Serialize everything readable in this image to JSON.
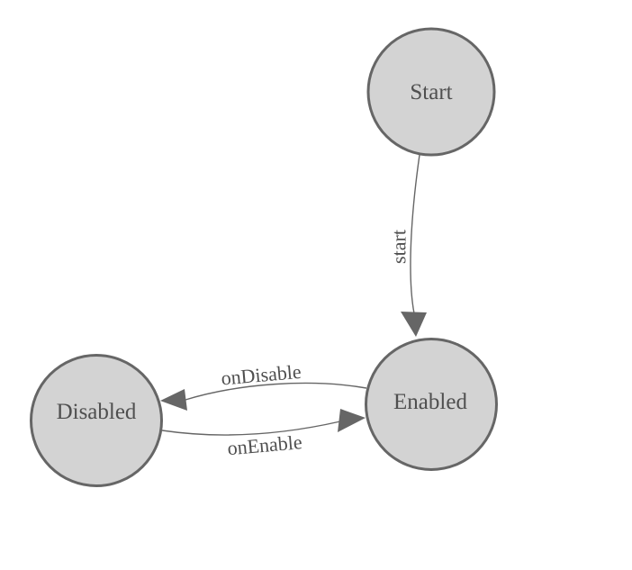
{
  "diagram": {
    "type": "state-machine",
    "colors": {
      "background": "#ffffff",
      "node_fill": "#d3d3d3",
      "node_border": "#666666",
      "edge_line": "#666666",
      "label_text": "#4f4f4f"
    },
    "nodes": [
      {
        "id": "start",
        "label": "Start"
      },
      {
        "id": "enabled",
        "label": "Enabled"
      },
      {
        "id": "disabled",
        "label": "Disabled"
      }
    ],
    "edges": [
      {
        "from": "Start",
        "to": "Enabled",
        "label": "start"
      },
      {
        "from": "Enabled",
        "to": "Disabled",
        "label": "onDisable"
      },
      {
        "from": "Disabled",
        "to": "Enabled",
        "label": "onEnable"
      }
    ]
  }
}
